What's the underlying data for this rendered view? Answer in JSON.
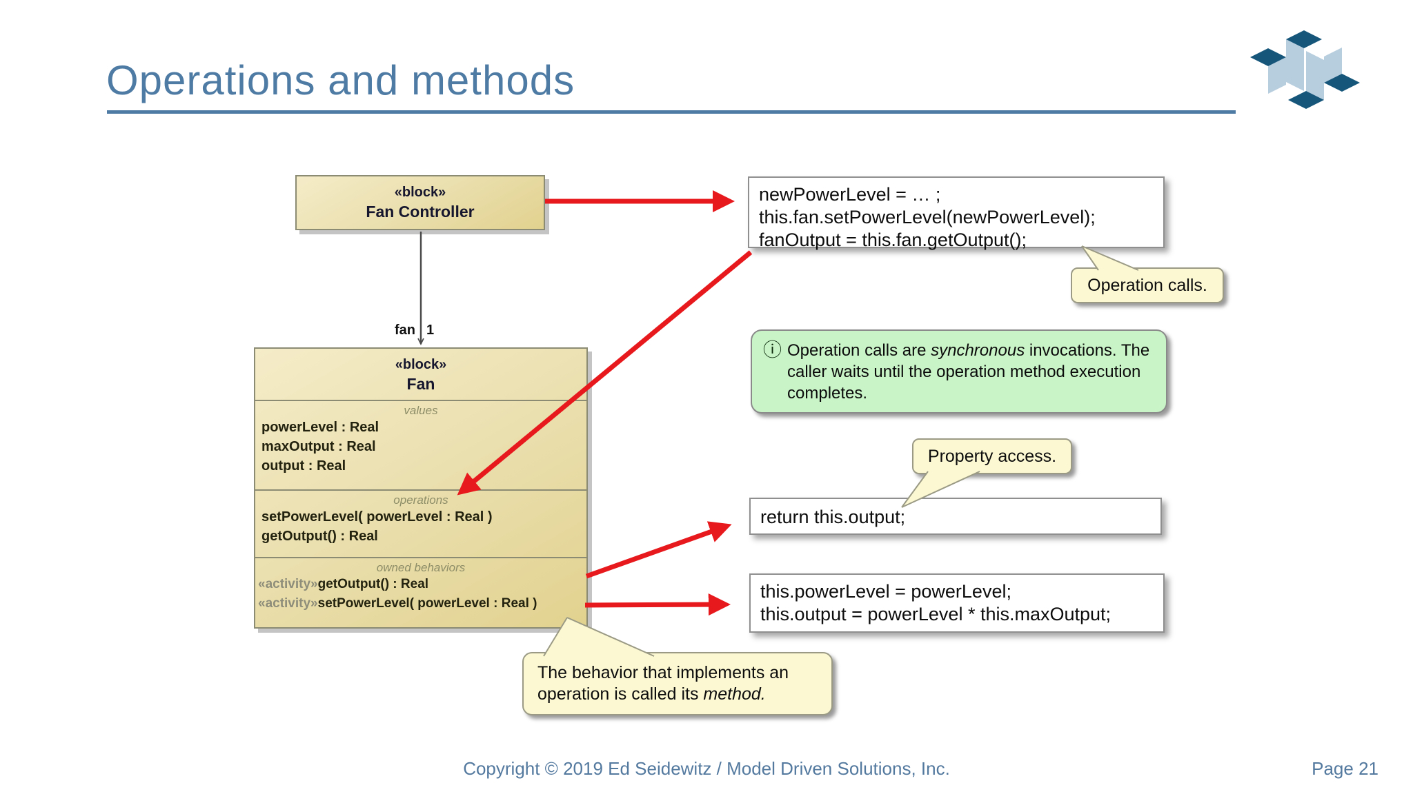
{
  "colors": {
    "accent_blue": "#4e7ba4",
    "arrow_red": "#e8191d",
    "block_fill": "#eadfae",
    "callout_yellow": "#fcf9d2",
    "note_green": "#c9f4c7"
  },
  "header": {
    "title": "Operations and methods"
  },
  "diagram": {
    "controller_block": {
      "stereotype": "«block»",
      "name": "Fan Controller"
    },
    "association": {
      "role": "fan",
      "multiplicity": "1"
    },
    "fan_block": {
      "stereotype": "«block»",
      "name": "Fan",
      "values_label": "values",
      "values": [
        "powerLevel : Real",
        "maxOutput : Real",
        "output : Real"
      ],
      "operations_label": "operations",
      "operations": [
        "setPowerLevel( powerLevel : Real )",
        "getOutput() : Real"
      ],
      "behaviors_label": "owned behaviors",
      "behaviors": [
        {
          "stereotype": "«activity»",
          "signature": "getOutput() : Real"
        },
        {
          "stereotype": "«activity»",
          "signature": "setPowerLevel( powerLevel : Real )"
        }
      ]
    }
  },
  "code": {
    "controller": [
      "newPowerLevel = … ;",
      "this.fan.setPowerLevel(newPowerLevel);",
      "fanOutput = this.fan.getOutput();"
    ],
    "get_output": [
      "return this.output;"
    ],
    "set_power_level": [
      "this.powerLevel = powerLevel;",
      "this.output = powerLevel * this.maxOutput;"
    ]
  },
  "callouts": {
    "operation_calls": "Operation calls.",
    "property_access": "Property access.",
    "method_note": [
      "The behavior that implements an operation is called its ",
      "method."
    ]
  },
  "info_note": {
    "icon": "ⓘ",
    "parts": [
      "Operation calls are ",
      "synchronous",
      " invocations. The caller waits until the operation method execution completes."
    ]
  },
  "footer": {
    "copyright": "Copyright © 2019 Ed Seidewitz / Model Driven Solutions, Inc.",
    "page": "Page 21"
  }
}
